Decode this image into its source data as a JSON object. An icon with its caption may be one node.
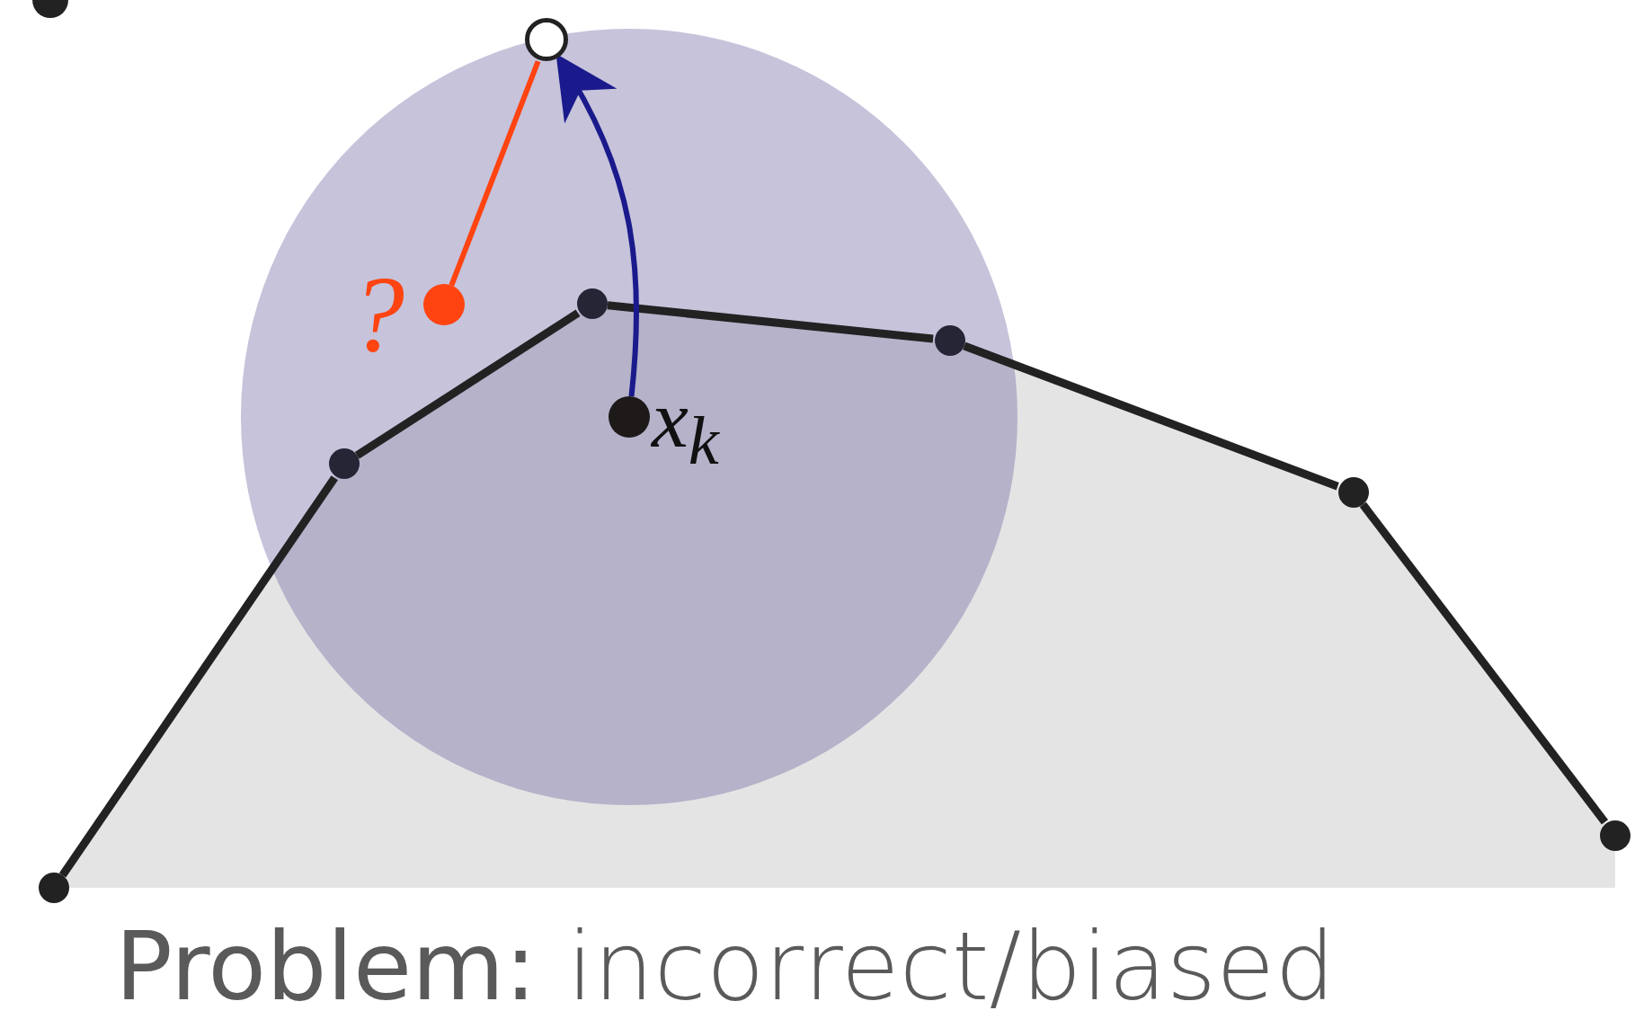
{
  "diagram": {
    "caption": "**Problem:** incorrect/biased",
    "nodes": [
      {
        "text": [],
        "shape": "circle"
      },
      {
        "text": [],
        "shape": "circle"
      },
      {
        "text": [],
        "shape": "circle"
      },
      {
        "text": [],
        "shape": "circle"
      },
      {
        "text": [],
        "shape": "circle"
      },
      {
        "text": [],
        "shape": "circle"
      },
      {
        "text": [],
        "shape": "circle"
      },
      {
        "text": [],
        "shape": "circle",
        "beside": [
          "x$_{k}$"
        ]
      },
      {
        "text": [],
        "shape": "circle",
        "beside": [
          "?"
        ]
      },
      {
        "text": [],
        "shape": "circle"
      }
    ],
    "edges": [
      {
        "from": 1,
        "to": 2,
        "arrow": "none"
      },
      {
        "from": 2,
        "to": 3,
        "arrow": "none"
      },
      {
        "from": 3,
        "to": 4,
        "arrow": "none"
      },
      {
        "from": 4,
        "to": 5,
        "arrow": "none"
      },
      {
        "from": 5,
        "to": 6,
        "arrow": "none"
      },
      {
        "from": 7,
        "to": 9,
        "arrow": "to",
        "color": "#1a1a8c"
      },
      {
        "from": 8,
        "to": 9,
        "arrow": "none",
        "color": "#ff4411"
      }
    ]
  }
}
